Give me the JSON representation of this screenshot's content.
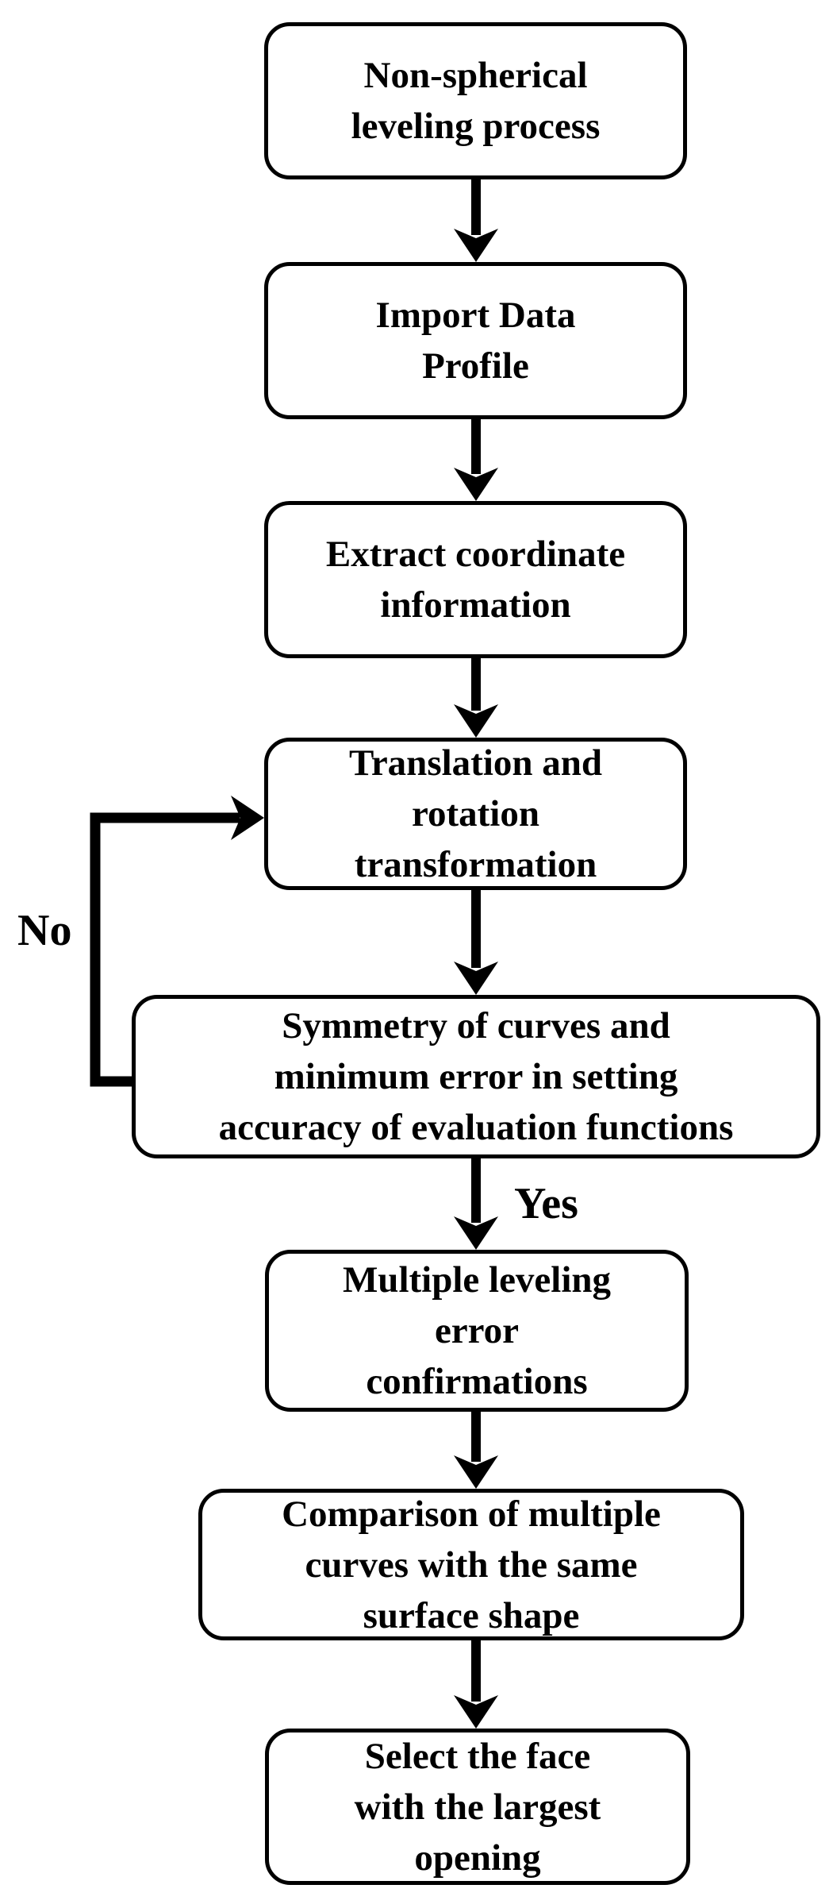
{
  "flowchart": {
    "boxes": [
      {
        "id": "non-spherical-leveling-process",
        "lines": [
          "Non-spherical",
          "leveling process"
        ]
      },
      {
        "id": "import-data-profile",
        "lines": [
          "Import Data",
          "Profile"
        ]
      },
      {
        "id": "extract-coordinate-information",
        "lines": [
          "Extract coordinate",
          "information"
        ]
      },
      {
        "id": "translation-rotation-transformation",
        "lines": [
          "Translation and",
          "rotation",
          "transformation"
        ]
      },
      {
        "id": "symmetry-minimum-error-check",
        "lines": [
          "Symmetry of curves and",
          "minimum error in setting",
          "accuracy of evaluation functions"
        ]
      },
      {
        "id": "multiple-leveling-error-confirmations",
        "lines": [
          "Multiple leveling",
          "error",
          "confirmations"
        ]
      },
      {
        "id": "comparison-multiple-curves",
        "lines": [
          "Comparison of multiple",
          "curves with the same",
          "surface shape"
        ]
      },
      {
        "id": "select-face-largest-opening",
        "lines": [
          "Select the face",
          "with the largest",
          "opening"
        ]
      }
    ],
    "labels": {
      "no": "No",
      "yes": "Yes"
    },
    "colors": {
      "line": "#000000",
      "background": "#ffffff",
      "text": "#000000"
    }
  }
}
